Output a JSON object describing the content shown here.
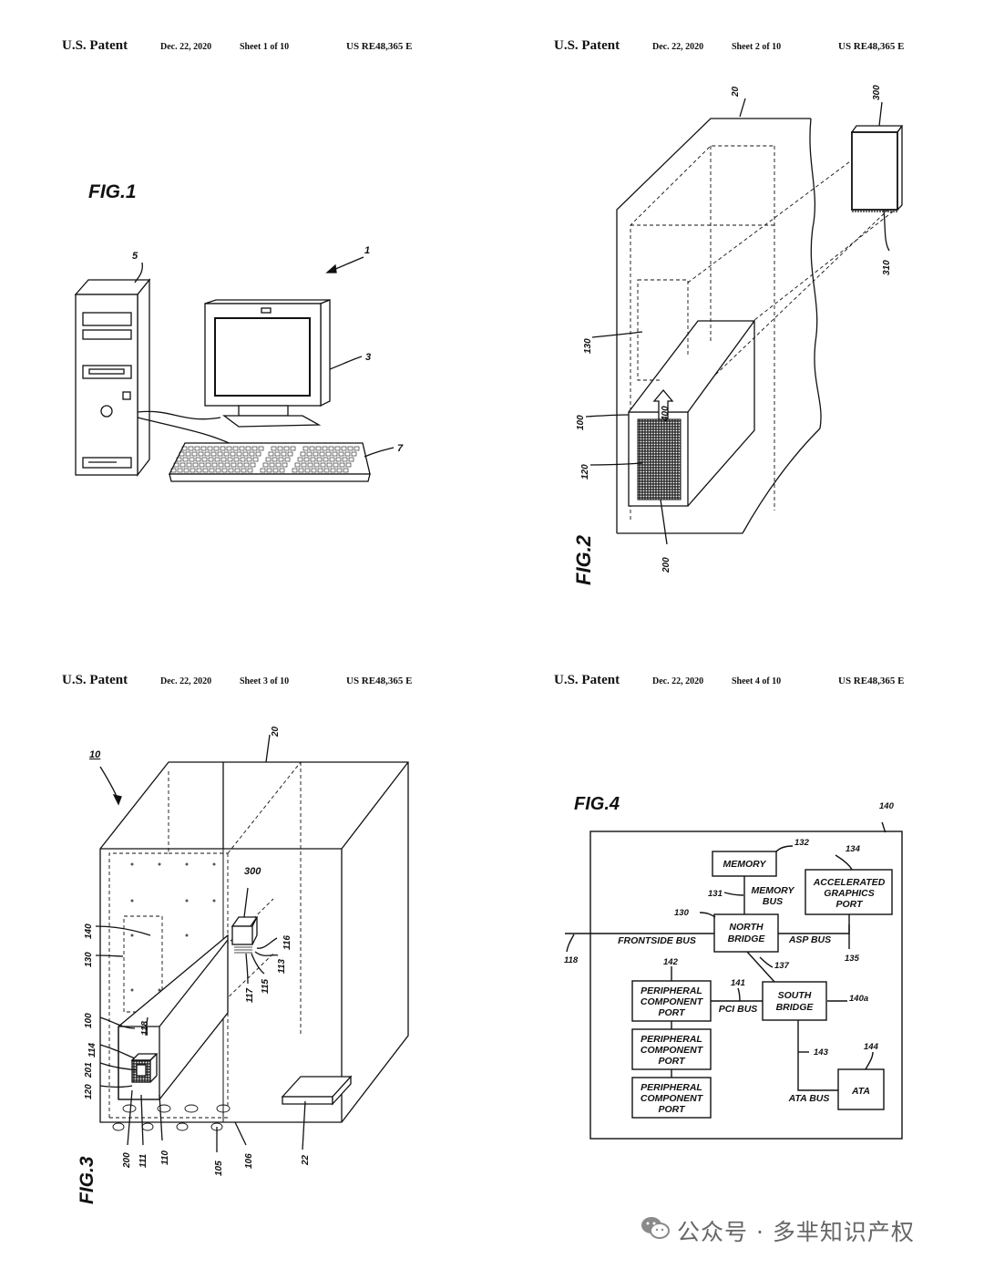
{
  "sheets": [
    {
      "header": {
        "title": "U.S. Patent",
        "date": "Dec. 22, 2020",
        "sheet": "Sheet 1 of 10",
        "number": "US RE48,365 E"
      },
      "figure": "FIG.1",
      "labels": [
        "1",
        "3",
        "5",
        "7"
      ]
    },
    {
      "header": {
        "title": "U.S. Patent",
        "date": "Dec. 22, 2020",
        "sheet": "Sheet 2 of 10",
        "number": "US RE48,365 E"
      },
      "figure": "FIG.2",
      "labels": [
        "20",
        "300",
        "310",
        "130",
        "400",
        "100",
        "120",
        "200"
      ]
    },
    {
      "header": {
        "title": "U.S. Patent",
        "date": "Dec. 22, 2020",
        "sheet": "Sheet 3 of 10",
        "number": "US RE48,365 E"
      },
      "figure": "FIG.3",
      "labels": [
        "10",
        "20",
        "300",
        "116",
        "113",
        "115",
        "117",
        "140",
        "130",
        "118",
        "100",
        "114",
        "201",
        "120",
        "200",
        "111",
        "110",
        "105",
        "106",
        "22"
      ]
    },
    {
      "header": {
        "title": "U.S. Patent",
        "date": "Dec. 22, 2020",
        "sheet": "Sheet 4 of 10",
        "number": "US RE48,365 E"
      },
      "figure": "FIG.4",
      "boxes": {
        "memory": "MEMORY",
        "agp": [
          "ACCELERATED",
          "GRAPHICS",
          "PORT"
        ],
        "north": [
          "NORTH",
          "BRIDGE"
        ],
        "south": [
          "SOUTH",
          "BRIDGE"
        ],
        "pcp": [
          "PERIPHERAL",
          "COMPONENT",
          "PORT"
        ],
        "ata": "ATA"
      },
      "buses": {
        "memory_bus": [
          "MEMORY",
          "BUS"
        ],
        "frontside": "FRONTSIDE BUS",
        "asp": "ASP BUS",
        "pci": "PCI BUS",
        "ata_bus": "ATA BUS"
      },
      "labels": [
        "140",
        "132",
        "134",
        "131",
        "130",
        "135",
        "118",
        "137",
        "142",
        "141",
        "140a",
        "143",
        "144"
      ]
    }
  ],
  "watermark": "公众号 · 多芈知识产权"
}
